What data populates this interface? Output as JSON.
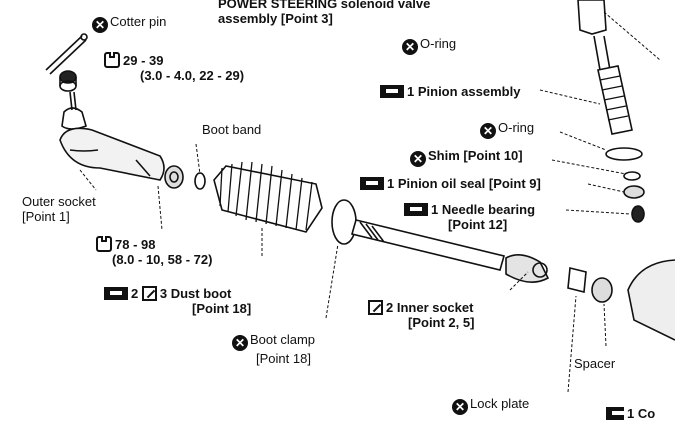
{
  "labels": {
    "power_steering_line1": "POWER STEERING solenoid valve",
    "power_steering_line2": "assembly [Point 3]",
    "cotter_pin": "Cotter pin",
    "torque1_line1": "29 - 39",
    "torque1_line2": "(3.0 - 4.0, 22 - 29)",
    "o_ring_top": "O-ring",
    "pinion_assembly": "1 Pinion assembly",
    "boot_band": "Boot band",
    "o_ring_mid": "O-ring",
    "shim_line": "Shim [Point 10]",
    "pinion_oil_seal": "1 Pinion oil seal [Point 9]",
    "needle_bearing_line1": "1 Needle bearing",
    "needle_bearing_line2": "[Point 12]",
    "outer_socket_line1": "Outer socket",
    "outer_socket_line2": "[Point 1]",
    "torque2_line1": "78 - 98",
    "torque2_line2": "(8.0 - 10, 58 - 72)",
    "dust_boot_prefix": "2",
    "dust_boot_line1": "3 Dust boot",
    "dust_boot_line2": "[Point 18]",
    "inner_socket_line1": "2 Inner socket",
    "inner_socket_line2": "[Point 2, 5]",
    "boot_clamp_line1": "Boot clamp",
    "boot_clamp_line2": "[Point 18]",
    "spacer": "Spacer",
    "lock_plate": "Lock plate",
    "corner_fragment": "1 Co"
  },
  "icons": {
    "discard": "discard-x-icon",
    "torque": "torque-wrench-icon",
    "lubricate": "grease-icon",
    "sealant": "sealant-icon"
  },
  "colors": {
    "ink": "#111111",
    "paper": "#ffffff"
  }
}
